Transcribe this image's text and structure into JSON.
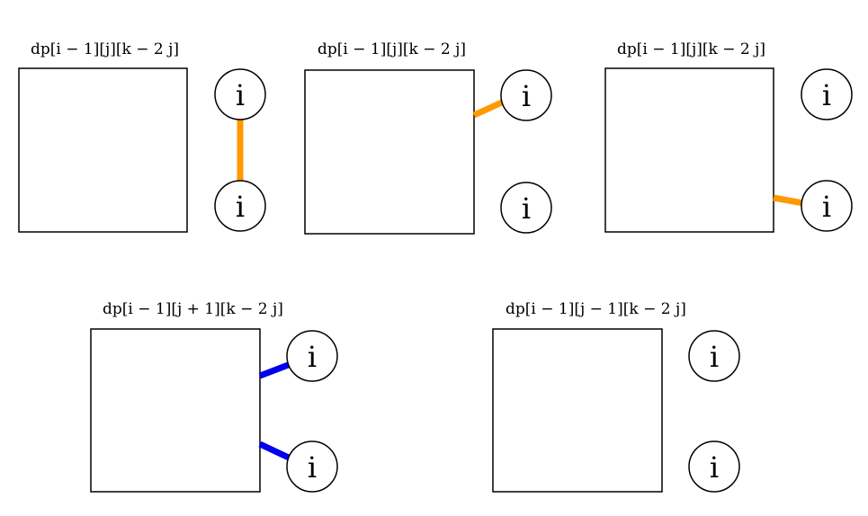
{
  "colors": {
    "orange": "#ff9900",
    "blue": "#0000ee",
    "stroke": "#000000"
  },
  "panels": [
    {
      "label": "dp[i − 1][j][k − 2 j]",
      "top_node": "i",
      "bottom_node": "i",
      "edges": [
        {
          "kind": "node-to-node",
          "color": "orange"
        }
      ]
    },
    {
      "label": "dp[i − 1][j][k − 2 j]",
      "top_node": "i",
      "bottom_node": "i",
      "edges": [
        {
          "kind": "box-to-top",
          "color": "orange"
        }
      ]
    },
    {
      "label": "dp[i − 1][j][k − 2 j]",
      "top_node": "i",
      "bottom_node": "i",
      "edges": [
        {
          "kind": "box-to-bottom",
          "color": "orange"
        }
      ]
    },
    {
      "label": "dp[i − 1][j + 1][k − 2 j]",
      "top_node": "i",
      "bottom_node": "i",
      "edges": [
        {
          "kind": "box-to-top",
          "color": "blue"
        },
        {
          "kind": "box-to-bottom",
          "color": "blue"
        }
      ]
    },
    {
      "label": "dp[i − 1][j − 1][k − 2 j]",
      "top_node": "i",
      "bottom_node": "i",
      "edges": []
    }
  ]
}
